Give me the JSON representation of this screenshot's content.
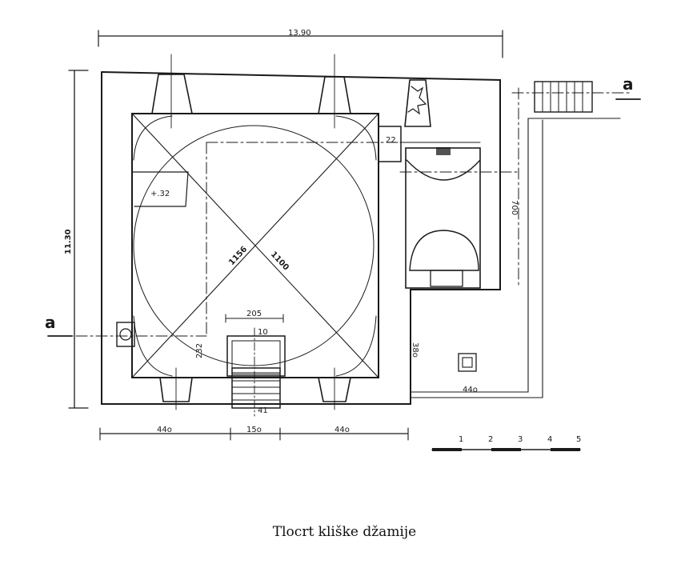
{
  "caption": "Tlocrt kliške džamije",
  "section_marker": "a",
  "dimensions": {
    "total_width": "13.90",
    "total_height": "11.30",
    "diagonal_1": "1156",
    "diagonal_2": "1100",
    "bottom_left": "44o",
    "bottom_mid": "15o",
    "bottom_right": "44o",
    "annex_height": "700",
    "court_width": "44o",
    "court_height": "38o",
    "entrance_width": "205",
    "small_top": "22",
    "level_mark": "+.32",
    "side_mark": "232",
    "step_top": "10",
    "step_bottom": "41"
  },
  "scale_bar": [
    "1",
    "2",
    "3",
    "4",
    "5"
  ]
}
